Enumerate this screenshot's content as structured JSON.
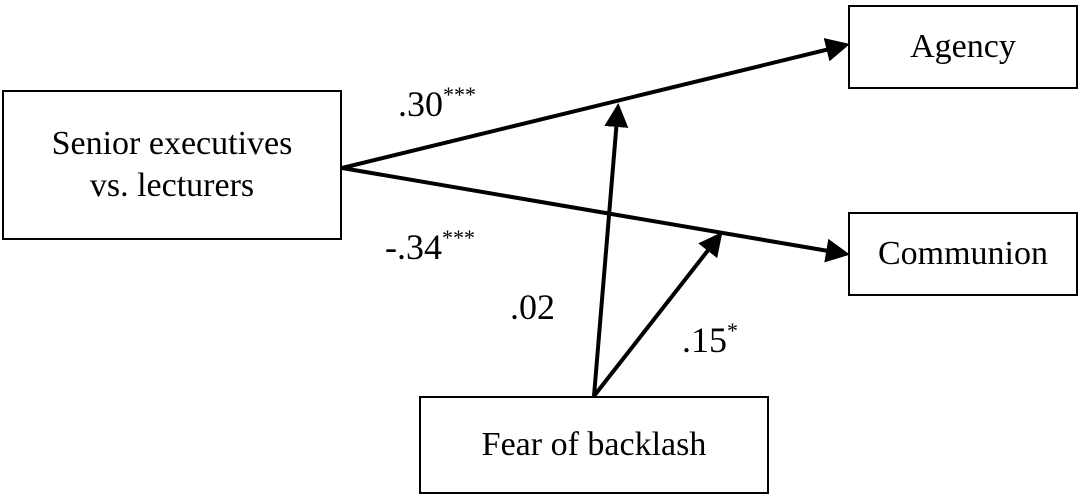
{
  "nodes": {
    "senior": {
      "line1": "Senior executives",
      "line2": "vs. lecturers"
    },
    "agency": {
      "label": "Agency"
    },
    "communion": {
      "label": "Communion"
    },
    "fear": {
      "label": "Fear of backlash"
    }
  },
  "paths": {
    "senior_to_agency": {
      "value": ".30",
      "sig": "***"
    },
    "senior_to_communion": {
      "value": "-.34",
      "sig": "***"
    },
    "fear_mod_agency": {
      "value": ".02",
      "sig": ""
    },
    "fear_mod_communion": {
      "value": ".15",
      "sig": "*"
    }
  }
}
